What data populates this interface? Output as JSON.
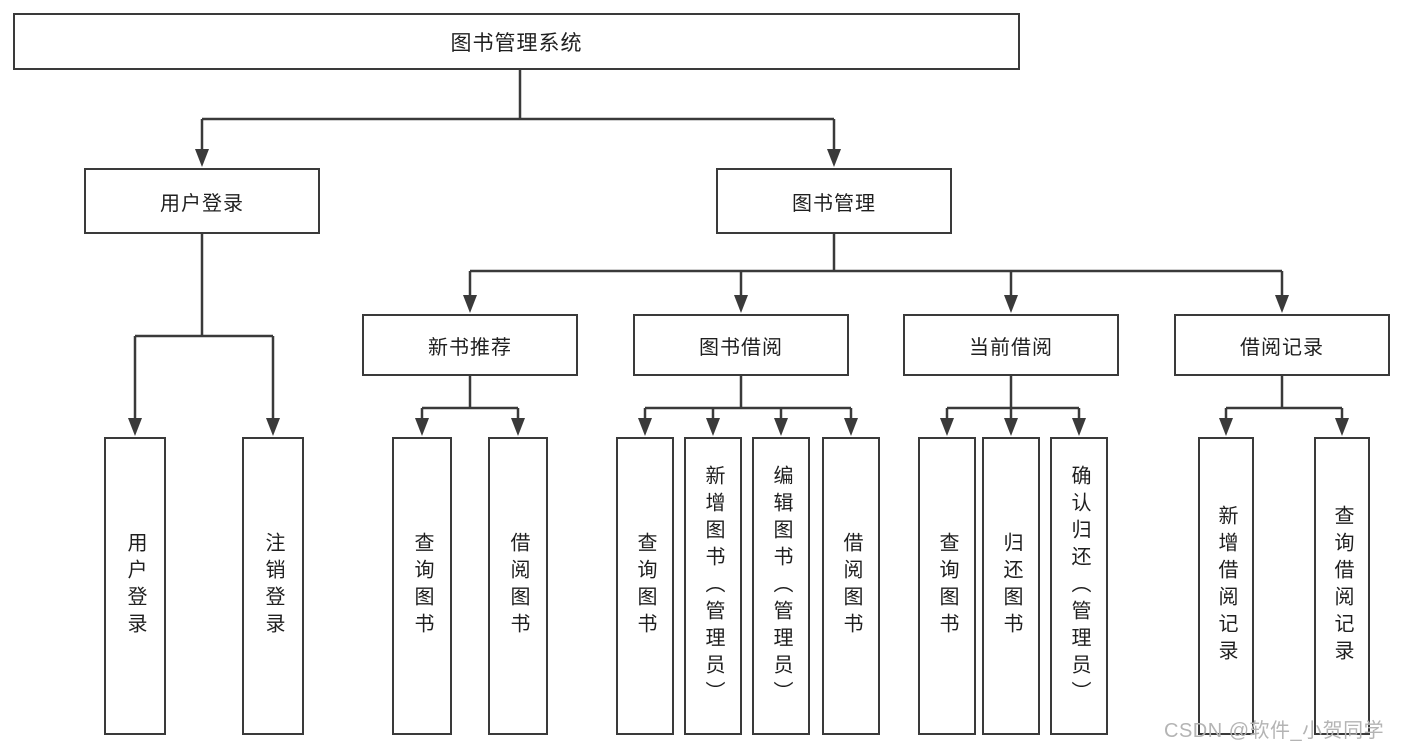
{
  "colors": {
    "line": "#3a3a3a",
    "text": "#1f1f1f",
    "background": "#ffffff",
    "watermark": "#b4b4b4"
  },
  "tree": {
    "root": {
      "label": "图书管理系统"
    },
    "branches": [
      {
        "label": "用户登录",
        "children": [
          {
            "label": "用户登录"
          },
          {
            "label": "注销登录"
          }
        ]
      },
      {
        "label": "图书管理",
        "children": [
          {
            "label": "新书推荐",
            "children": [
              {
                "label": "查询图书"
              },
              {
                "label": "借阅图书"
              }
            ]
          },
          {
            "label": "图书借阅",
            "children": [
              {
                "label": "查询图书"
              },
              {
                "label": "新增图书（管理员）"
              },
              {
                "label": "编辑图书（管理员）"
              },
              {
                "label": "借阅图书"
              }
            ]
          },
          {
            "label": "当前借阅",
            "children": [
              {
                "label": "查询图书"
              },
              {
                "label": "归还图书"
              },
              {
                "label": "确认归还（管理员）"
              }
            ]
          },
          {
            "label": "借阅记录",
            "children": [
              {
                "label": "新增借阅记录"
              },
              {
                "label": "查询借阅记录"
              }
            ]
          }
        ]
      }
    ]
  },
  "watermark": {
    "text": "CSDN @软件_小贺同学"
  }
}
